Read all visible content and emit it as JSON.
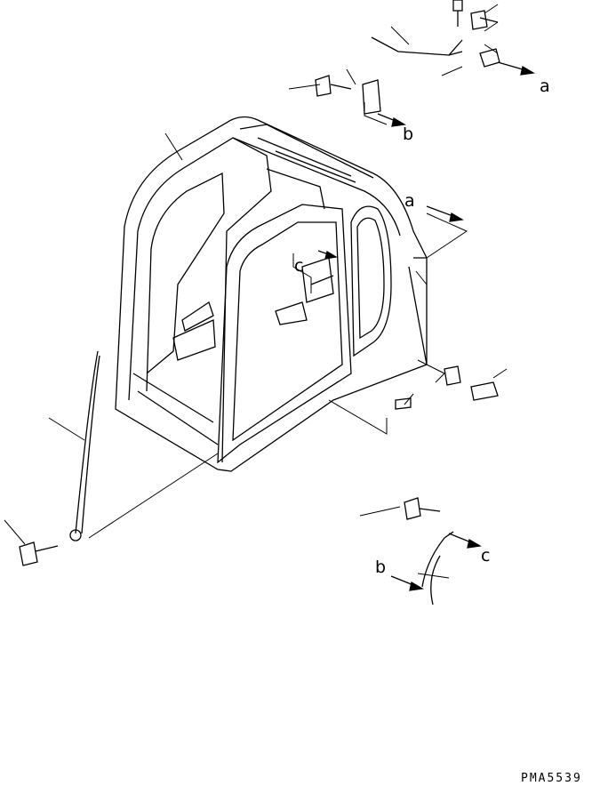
{
  "labels": {
    "top_right_a": "a",
    "top_b": "b",
    "right_a": "a",
    "inner_c": "c",
    "bottom_c": "c",
    "bottom_b": "b"
  },
  "drawing_code": "PMA5539"
}
